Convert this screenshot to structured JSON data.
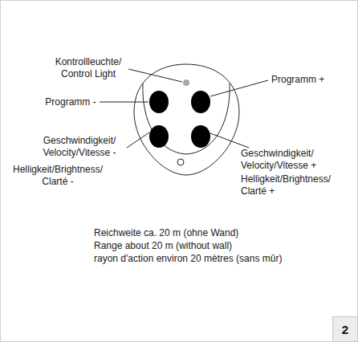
{
  "diagram": {
    "nodes": [
      {
        "text": [
          "2"
        ]
      }
    ],
    "labels": [
      "Kontrollleuchte/ Control Light",
      "Programm -",
      "Programm +",
      "Geschwindigkeit/ Velocity/Vitesse -",
      "Helligkeit/Brightness/ Clarté -",
      "Geschwindigkeit/ Velocity/Vitesse +",
      "Helligkeit/Brightness/ Clarté +",
      "Reichweite ca. 20 m (ohne Wand)",
      "Range about 20 m (without wall)",
      "rayon d'action environ 20 mètres (sans mûr)"
    ]
  }
}
